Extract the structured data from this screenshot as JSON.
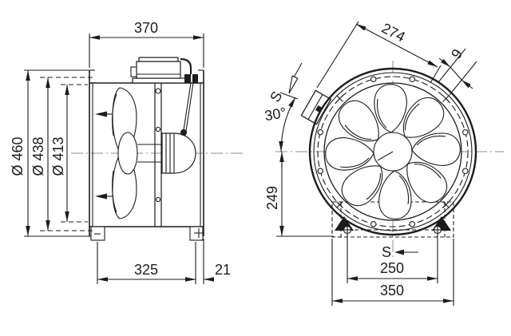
{
  "colors": {
    "line": "#1c1c1c",
    "centerline": "#8c8c8c",
    "background": "#ffffff"
  },
  "side_view": {
    "dim_length": "370",
    "dim_flange_diameter": "Ø 460",
    "dim_bolt_circle_diameter": "Ø 438",
    "dim_impeller_diameter": "Ø 413",
    "dim_foot_spacing": "325",
    "dim_foot_edge_offset": "21"
  },
  "front_view": {
    "dim_terminal_box_extent": "274",
    "dim_flange_rim_width": "9",
    "dim_terminal_box_angle": "30°",
    "dim_axis_to_base": "249",
    "dim_foot_hole_spacing": "250",
    "dim_base_width": "350",
    "label_suction_side": "S",
    "label_suction_side_bottom": "S"
  }
}
